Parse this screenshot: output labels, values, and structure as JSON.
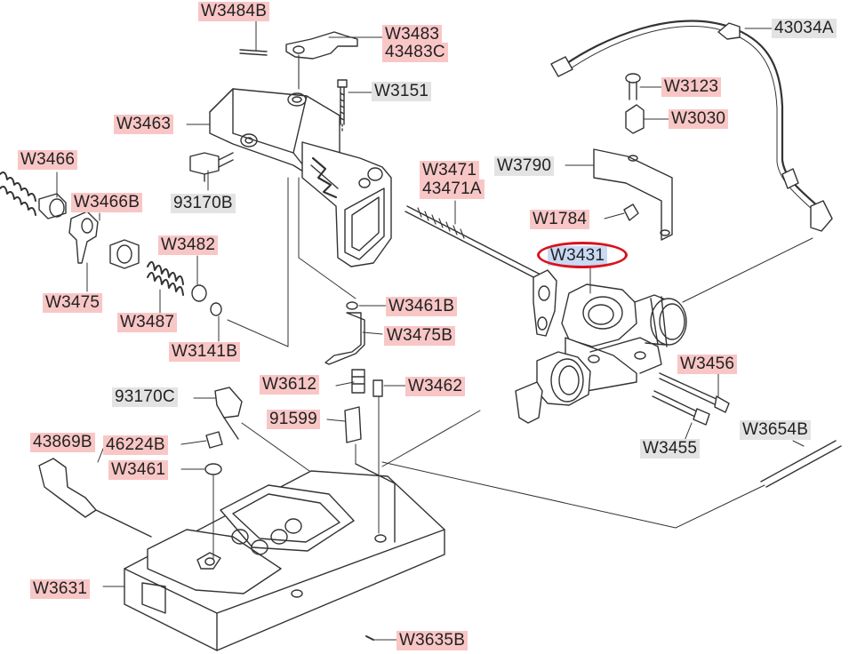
{
  "colors": {
    "highlight_label": "#f9c6c6",
    "plain_label": "#e3e3e3",
    "selected_label": "#c8d9f4",
    "selection_ring": "#d9121e",
    "line": "#333333"
  },
  "labels": {
    "l01": {
      "text": "W3484B",
      "style": "highlight"
    },
    "l02": {
      "text": "W3483",
      "style": "highlight"
    },
    "l03": {
      "text": "43483C",
      "style": "highlight"
    },
    "l04": {
      "text": "43034A",
      "style": "plain"
    },
    "l05": {
      "text": "W3151",
      "style": "plain"
    },
    "l06": {
      "text": "W3123",
      "style": "highlight"
    },
    "l07": {
      "text": "W3463",
      "style": "highlight"
    },
    "l08": {
      "text": "W3030",
      "style": "highlight"
    },
    "l09": {
      "text": "W3466",
      "style": "highlight"
    },
    "l10": {
      "text": "W3471",
      "style": "highlight"
    },
    "l11": {
      "text": "43471A",
      "style": "highlight"
    },
    "l12": {
      "text": "W3790",
      "style": "plain"
    },
    "l13": {
      "text": "W3466B",
      "style": "highlight"
    },
    "l14": {
      "text": "93170B",
      "style": "plain"
    },
    "l15": {
      "text": "W1784",
      "style": "highlight"
    },
    "l16": {
      "text": "W3482",
      "style": "highlight"
    },
    "l17": {
      "text": "W3431",
      "style": "selected"
    },
    "l18": {
      "text": "W3475",
      "style": "highlight"
    },
    "l19": {
      "text": "W3461B",
      "style": "highlight"
    },
    "l20": {
      "text": "W3487",
      "style": "highlight"
    },
    "l21": {
      "text": "W3475B",
      "style": "highlight"
    },
    "l22": {
      "text": "W3141B",
      "style": "highlight"
    },
    "l23": {
      "text": "W3456",
      "style": "highlight"
    },
    "l24": {
      "text": "W3612",
      "style": "highlight"
    },
    "l25": {
      "text": "W3462",
      "style": "highlight"
    },
    "l26": {
      "text": "93170C",
      "style": "plain"
    },
    "l27": {
      "text": "91599",
      "style": "highlight"
    },
    "l28": {
      "text": "W3654B",
      "style": "plain"
    },
    "l29": {
      "text": "43869B",
      "style": "highlight"
    },
    "l30": {
      "text": "46224B",
      "style": "highlight"
    },
    "l31": {
      "text": "W3455",
      "style": "plain"
    },
    "l32": {
      "text": "W3461",
      "style": "highlight"
    },
    "l33": {
      "text": "W3631",
      "style": "highlight"
    },
    "l34": {
      "text": "W3635B",
      "style": "highlight"
    }
  },
  "selected_part": "W3431"
}
